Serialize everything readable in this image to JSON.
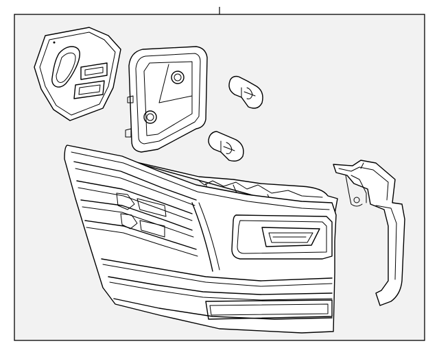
{
  "diagram": {
    "callouts": [],
    "parts": [
      {
        "name": "bulb-socket-cover"
      },
      {
        "name": "bulb-holder-gasket"
      },
      {
        "name": "bulb-upper"
      },
      {
        "name": "bulb-lower"
      },
      {
        "name": "tail-lamp-assembly"
      },
      {
        "name": "mounting-bracket"
      }
    ],
    "colors": {
      "line": "#000000",
      "frame_fill": "#f2f2f2",
      "background": "#ffffff"
    }
  }
}
